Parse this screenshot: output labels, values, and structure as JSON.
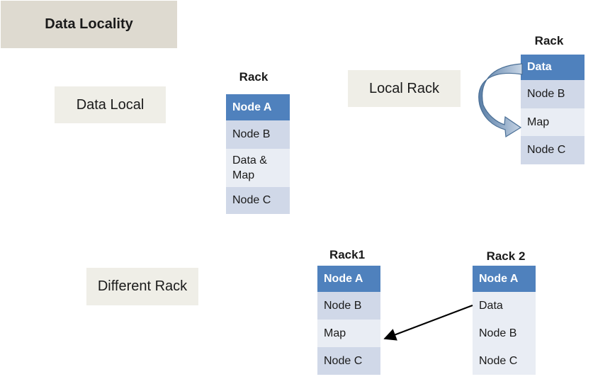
{
  "title": "Data Locality",
  "labels": {
    "data_local": "Data Local",
    "local_rack": "Local Rack",
    "different_rack": "Different Rack"
  },
  "racks": {
    "data_local": {
      "title": "Rack",
      "cells": [
        "Node  A",
        "Node B",
        "Data &",
        "Map",
        "Node C"
      ]
    },
    "local_rack": {
      "title": "Rack",
      "cells": [
        "Data",
        "Node B",
        "Map",
        "Node C"
      ]
    },
    "rack1": {
      "title": "Rack1",
      "cells": [
        "Node  A",
        "Node B",
        "Map",
        "Node C"
      ]
    },
    "rack2": {
      "title": "Rack 2",
      "cells": [
        "Node  A",
        "Data",
        "Node B",
        "Node C"
      ]
    }
  },
  "colors": {
    "header_blue": "#4f81bd",
    "cell_dark": "#d0d8e8",
    "cell_light": "#e9edf4",
    "label_bg": "#efeee7",
    "title_bg": "#dedad0"
  }
}
